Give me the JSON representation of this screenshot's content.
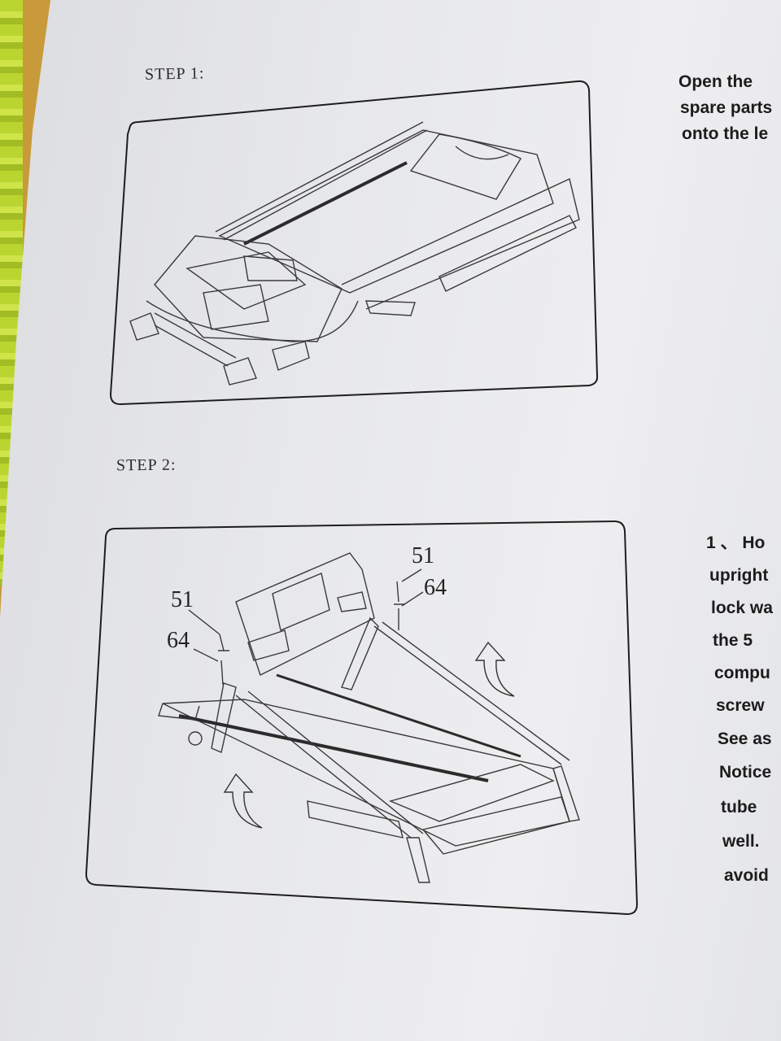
{
  "steps": [
    {
      "label": "STEP 1:"
    },
    {
      "label": "STEP 2:"
    }
  ],
  "step1_text": [
    "Open the",
    "spare parts",
    "onto the le"
  ],
  "step2_text": [
    "1 、 Ho",
    "upright",
    "lock wa",
    "the 5",
    "compu",
    "screw",
    "See as",
    "Notice",
    "tube",
    "well.",
    "avoid"
  ],
  "callouts": [
    "51",
    "64",
    "51",
    "64"
  ],
  "icons": {
    "step2_arrows": "curved-up-arrow-icon"
  }
}
